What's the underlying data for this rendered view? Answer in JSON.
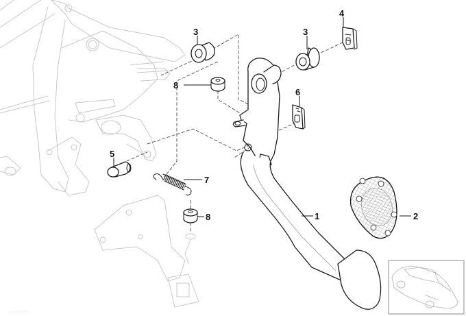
{
  "diagram": {
    "type": "exploded-parts-diagram",
    "subject": "clutch pedal assembly",
    "callouts": [
      {
        "id": "callout-1",
        "label": "1",
        "part": "pedal"
      },
      {
        "id": "callout-2",
        "label": "2",
        "part": "pedal-pad"
      },
      {
        "id": "callout-3a",
        "label": "3",
        "part": "bushing"
      },
      {
        "id": "callout-3b",
        "label": "3",
        "part": "bushing"
      },
      {
        "id": "callout-4",
        "label": "4",
        "part": "retaining-clip"
      },
      {
        "id": "callout-5",
        "label": "5",
        "part": "pin"
      },
      {
        "id": "callout-6",
        "label": "6",
        "part": "retaining-clip"
      },
      {
        "id": "callout-7",
        "label": "7",
        "part": "tension-spring"
      },
      {
        "id": "callout-8a",
        "label": "8",
        "part": "rubber-buffer"
      },
      {
        "id": "callout-8b",
        "label": "8",
        "part": "rubber-buffer"
      }
    ],
    "thumbnail": {
      "icon": "car-outline-icon",
      "description": "vehicle location thumbnail"
    },
    "watermark": "00000000"
  }
}
